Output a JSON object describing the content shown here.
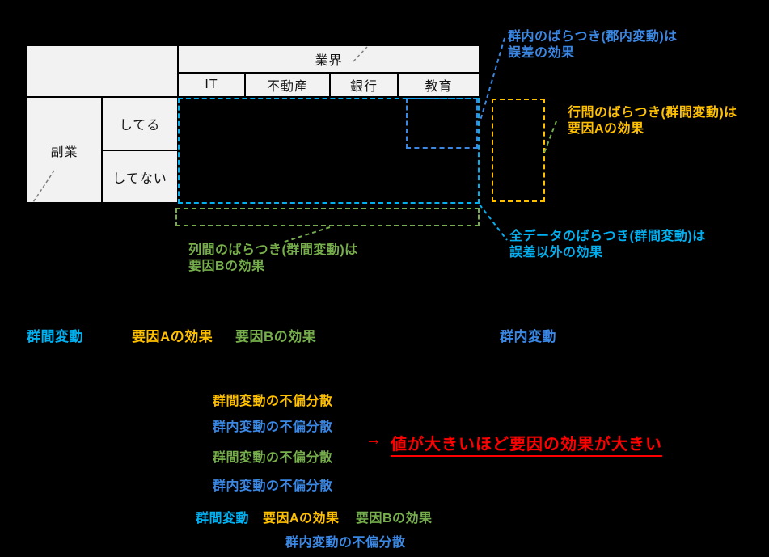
{
  "palette": {
    "cyan": "#00B0F0",
    "blue": "#3A87E4",
    "orange": "#FFC000",
    "green": "#76AE4C",
    "red": "#FF0000",
    "gray": "#7F7F7F",
    "table_bg": "#F2F2F2",
    "background": "#000000"
  },
  "table": {
    "header": "業界",
    "columns": [
      "IT",
      "不動産",
      "銀行",
      "教育"
    ],
    "row_group": "副業",
    "rows": [
      "してる",
      "してない"
    ]
  },
  "annotations": {
    "within_group": {
      "line1": "群内のばらつき(郡内変動)は",
      "line2": "誤差の効果"
    },
    "factor_a": {
      "line1": "行間のばらつき(群間変動)は",
      "line2": "要因Aの効果"
    },
    "factor_b": {
      "line1": "列間のばらつき(群間変動)は",
      "line2": "要因Bの効果"
    },
    "all_data": {
      "line1": "全データのばらつき(群間変動)は",
      "line2": "誤差以外の効果"
    }
  },
  "equation1": {
    "between": "群間変動",
    "factor_a": "要因Aの効果",
    "factor_b": "要因Bの効果",
    "within": "群内変動"
  },
  "f_ratios": {
    "f1_numerator": "群間変動の不偏分散",
    "f1_denominator": "群内変動の不偏分散",
    "f2_numerator": "群間変動の不偏分散",
    "f2_denominator": "群内変動の不偏分散"
  },
  "note": {
    "arrow": "→",
    "text": "値が大きいほど要因の効果が大きい"
  },
  "equation2": {
    "between": "群間変動",
    "factor_a": "要因Aの効果",
    "factor_b": "要因Bの効果",
    "denominator": "群内変動の不偏分散"
  }
}
